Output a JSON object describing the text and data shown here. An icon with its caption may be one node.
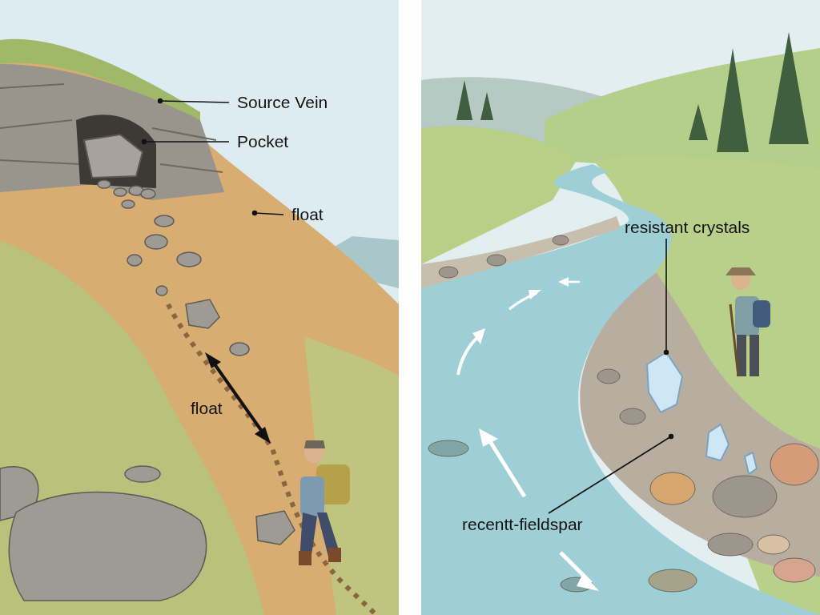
{
  "diagram": {
    "nodes": [
      {
        "text": [
          "Source Vein"
        ]
      },
      {
        "text": [
          "Pocket"
        ]
      },
      {
        "text": [
          "float"
        ]
      },
      {
        "text": [
          "resistant crystals"
        ]
      },
      {
        "text": [
          "recentt-fieldspar"
        ]
      },
      {
        "text": [],
        "shape": "picture"
      }
    ],
    "edges": [
      {
        "from": 0,
        "to": null,
        "arrow": "other"
      },
      {
        "from": 1,
        "to": null,
        "arrow": "other"
      },
      {
        "from": 2,
        "to": null,
        "arrow": "other"
      },
      {
        "from": 3,
        "to": 5,
        "arrow": "other"
      },
      {
        "from": 4,
        "to": null,
        "arrow": "other"
      }
    ],
    "labels": [
      "float"
    ]
  }
}
